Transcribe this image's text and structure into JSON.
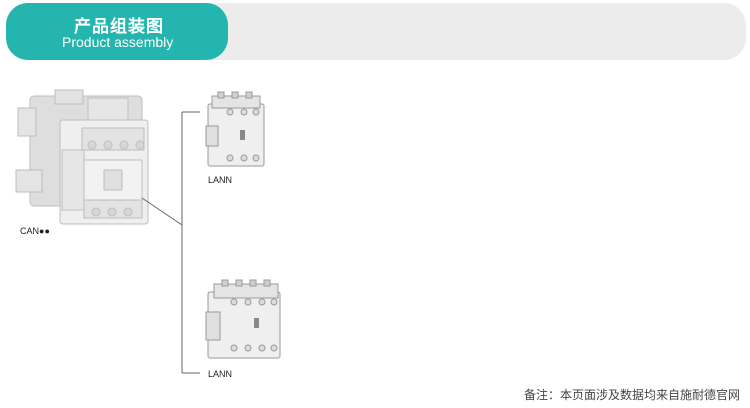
{
  "header": {
    "title_cn": "产品组装图",
    "title_en": "Product assembly",
    "accent_color": "#23b5ae",
    "bar_color": "#ececec"
  },
  "diagram": {
    "main_label": "CAN●●",
    "module_top_label": "LANN",
    "module_bottom_label": "LANN"
  },
  "footnote": "备注：本页面涉及数据均来自施耐德官网"
}
